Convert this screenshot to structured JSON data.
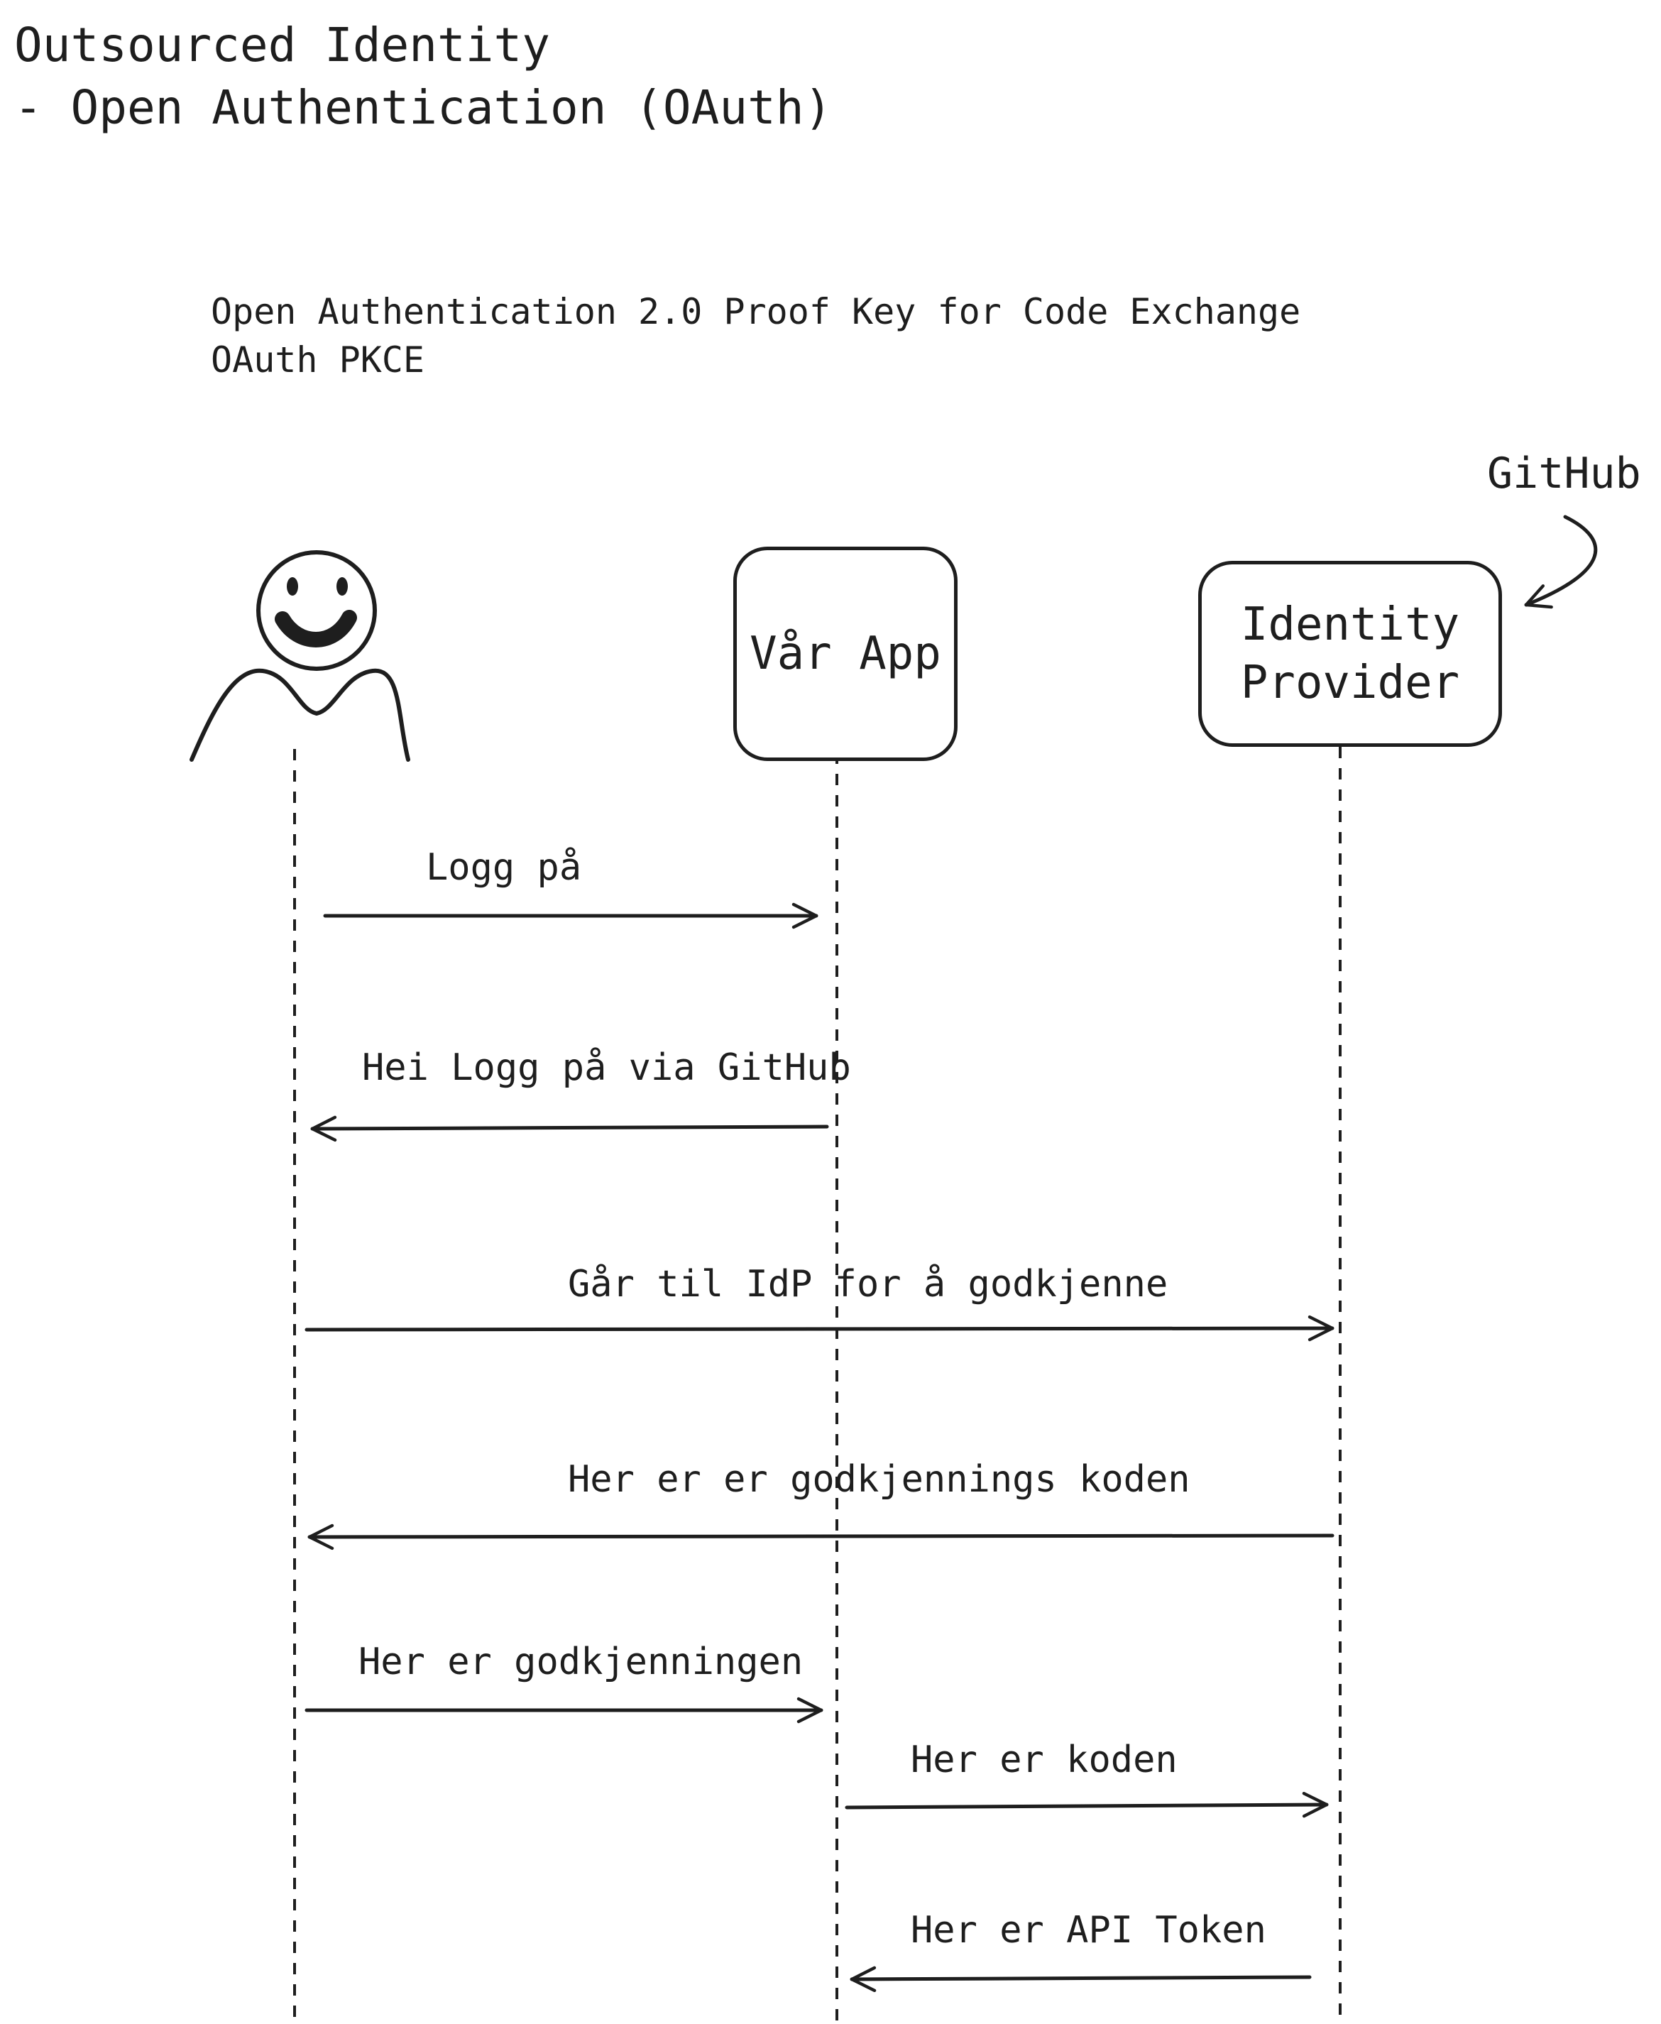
{
  "title": {
    "line1": "Outsourced Identity",
    "line2": "- Open Authentication (OAuth)"
  },
  "subtitle": {
    "line1": "Open Authentication 2.0 Proof Key for Code Exchange",
    "line2": "OAuth PKCE"
  },
  "participants": {
    "user": {
      "icon": "smiley-person-icon"
    },
    "app": {
      "label": "Vår App"
    },
    "idp": {
      "label_line1": "Identity",
      "label_line2": "Provider"
    }
  },
  "annotation": {
    "label": "GitHub"
  },
  "messages": [
    {
      "text": "Logg på",
      "from": "user",
      "to": "app"
    },
    {
      "text": "Hei Logg på via GitHub",
      "from": "app",
      "to": "user"
    },
    {
      "text": "Går til IdP for å godkjenne",
      "from": "user",
      "to": "idp"
    },
    {
      "text": "Her er er godkjennings koden",
      "from": "idp",
      "to": "user"
    },
    {
      "text": "Her er godkjenningen",
      "from": "user",
      "to": "app"
    },
    {
      "text": "Her er koden",
      "from": "app",
      "to": "idp"
    },
    {
      "text": "Her er API Token",
      "from": "idp",
      "to": "app"
    }
  ],
  "colors": {
    "stroke": "#1e1e1e",
    "background": "#ffffff"
  }
}
